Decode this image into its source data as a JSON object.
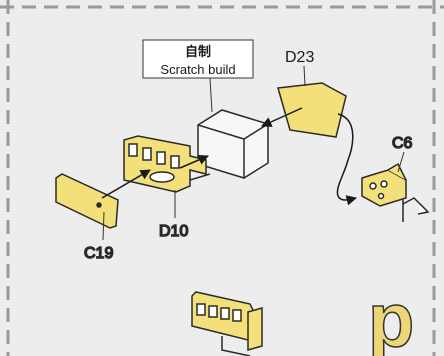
{
  "callout": {
    "chinese": "自制",
    "english": "Scratch build"
  },
  "part_labels": {
    "d23": "D23",
    "c6": "C6",
    "d10": "D10",
    "c19": "C19"
  },
  "step_letter": "p",
  "colors": {
    "background": "#ededed",
    "dashed_border": "#9a9a9a",
    "part_fill": "#f3e07a",
    "part_outline": "#2a2a2a",
    "step_letter_fill": "#ecd676"
  }
}
